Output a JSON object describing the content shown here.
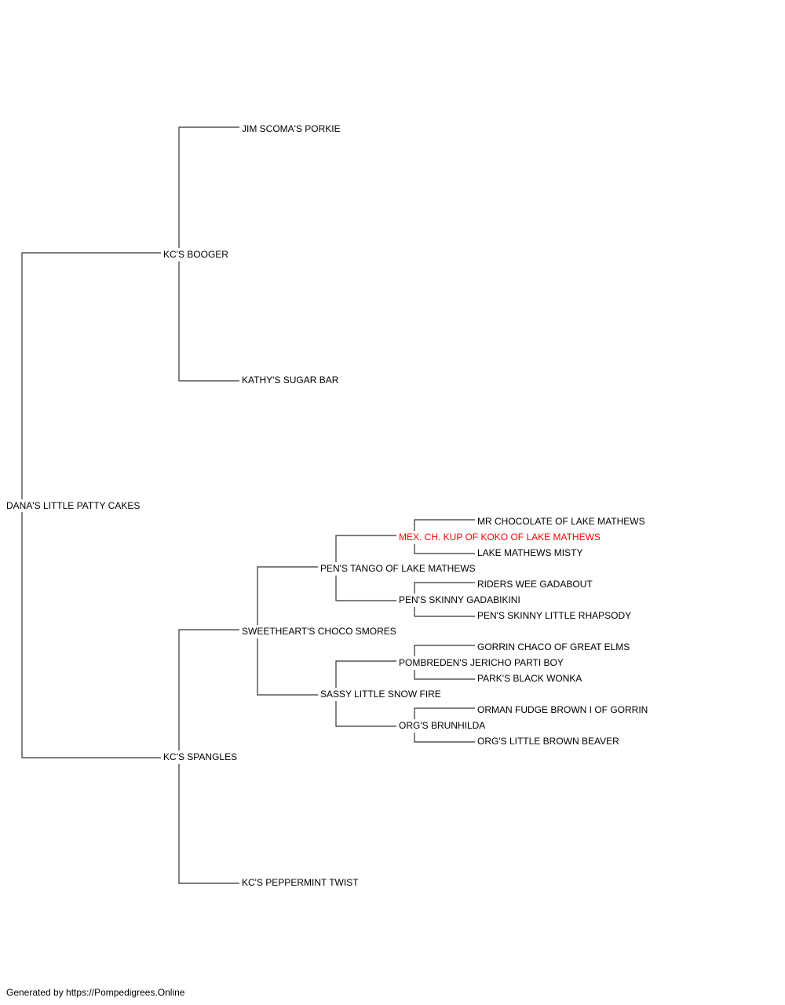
{
  "pedigree": {
    "subject": "DANA'S LITTLE PATTY CAKES",
    "sire": "KC'S BOOGER",
    "sire_sire": "JIM SCOMA'S PORKIE",
    "sire_dam": "KATHY'S SUGAR BAR",
    "dam": "KC'S SPANGLES",
    "dam_sire": "SWEETHEART'S CHOCO SMORES",
    "dam_dam": "KC'S PEPPERMINT TWIST",
    "dam_sire_sire": "PEN'S TANGO OF LAKE MATHEWS",
    "dam_sire_dam": "SASSY LITTLE SNOW FIRE",
    "dam_sire_sire_sire": "MEX. CH. KUP OF KOKO OF LAKE MATHEWS",
    "dam_sire_sire_dam": "PEN'S SKINNY GADABIKINI",
    "dam_sire_dam_sire": "POMBREDEN'S JERICHO PARTI BOY",
    "dam_sire_dam_dam": "ORG'S BRUNHILDA",
    "g5_1": "MR CHOCOLATE OF LAKE MATHEWS",
    "g5_2": "LAKE MATHEWS MISTY",
    "g5_3": "RIDERS WEE GADABOUT",
    "g5_4": "PEN'S SKINNY LITTLE RHAPSODY",
    "g5_5": "GORRIN CHACO OF GREAT ELMS",
    "g5_6": "PARK'S BLACK WONKA",
    "g5_7": "ORMAN FUDGE BROWN I OF GORRIN",
    "g5_8": "ORG'S LITTLE BROWN BEAVER"
  },
  "colors": {
    "line": "#333333",
    "highlight": "#ff0000"
  },
  "footer": "Generated by https://Pompedigrees.Online"
}
